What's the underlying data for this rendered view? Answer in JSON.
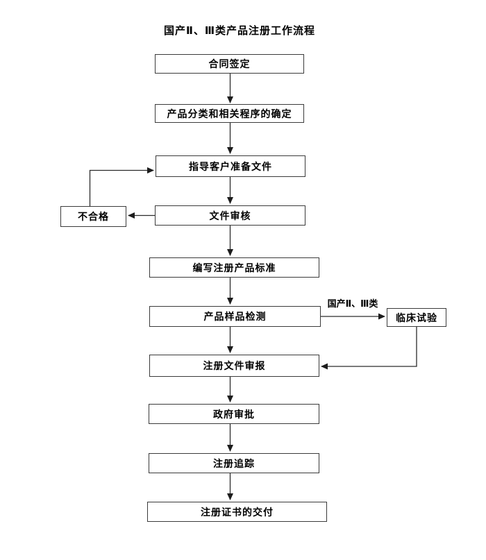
{
  "diagram": {
    "title": "国产Ⅱ、Ⅲ类产品注册工作流程",
    "nodes": [
      {
        "id": "contract-signing",
        "label": "合同签定"
      },
      {
        "id": "classification",
        "label": "产品分类和相关程序的确定"
      },
      {
        "id": "guide-preparation",
        "label": "指导客户准备文件"
      },
      {
        "id": "document-review",
        "label": "文件审核"
      },
      {
        "id": "write-standard",
        "label": "编写注册产品标准"
      },
      {
        "id": "sample-testing",
        "label": "产品样品检测"
      },
      {
        "id": "registration-submission",
        "label": "注册文件审报"
      },
      {
        "id": "government-approval",
        "label": "政府审批"
      },
      {
        "id": "registration-tracking",
        "label": "注册追踪"
      },
      {
        "id": "certificate-delivery",
        "label": "注册证书的交付"
      }
    ],
    "side_nodes": [
      {
        "id": "unqualified",
        "label": "不合格"
      },
      {
        "id": "clinical-trial",
        "label": "临床试验"
      }
    ],
    "branch_label": "国产Ⅱ、Ⅲ类",
    "edges": [
      {
        "from": "合同签定",
        "to": "产品分类和相关程序的确定"
      },
      {
        "from": "产品分类和相关程序的确定",
        "to": "指导客户准备文件"
      },
      {
        "from": "指导客户准备文件",
        "to": "文件审核"
      },
      {
        "from": "文件审核",
        "to": "不合格"
      },
      {
        "from": "不合格",
        "to": "指导客户准备文件"
      },
      {
        "from": "文件审核",
        "to": "编写注册产品标准"
      },
      {
        "from": "编写注册产品标准",
        "to": "产品样品检测"
      },
      {
        "from": "产品样品检测",
        "to": "临床试验",
        "label": "国产Ⅱ、Ⅲ类"
      },
      {
        "from": "临床试验",
        "to": "注册文件审报"
      },
      {
        "from": "产品样品检测",
        "to": "注册文件审报"
      },
      {
        "from": "注册文件审报",
        "to": "政府审批"
      },
      {
        "from": "政府审批",
        "to": "注册追踪"
      },
      {
        "from": "注册追踪",
        "to": "注册证书的交付"
      }
    ],
    "colors": {
      "line": "#2b2b2b",
      "border": "#3a3a3a",
      "text": "#000000",
      "background": "#ffffff"
    }
  }
}
